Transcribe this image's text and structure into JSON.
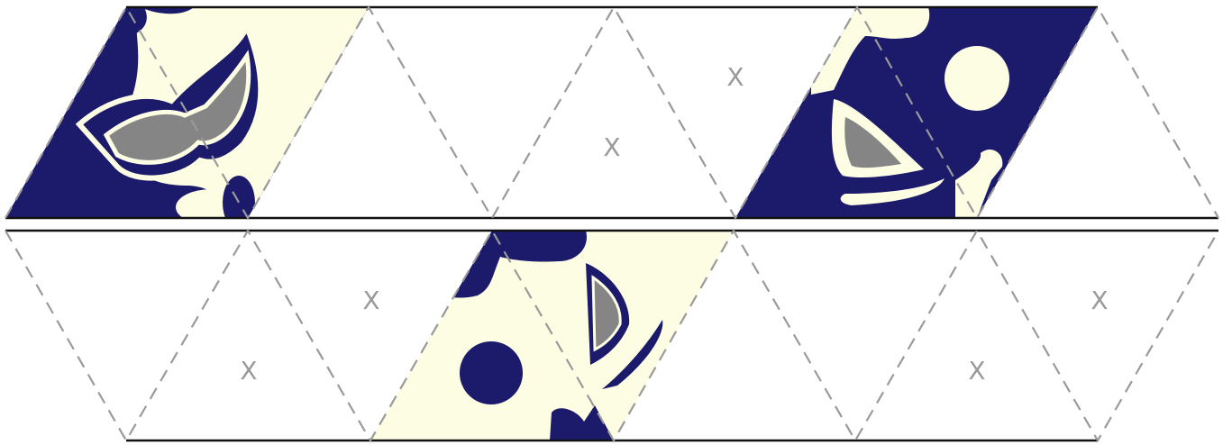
{
  "marks": {
    "top": [
      "X",
      "X"
    ],
    "bottom": [
      "X",
      "X",
      "X",
      "X"
    ]
  },
  "colors": {
    "navy": "#1b1a6b",
    "cream": "#fdfde4",
    "gray": "#858585",
    "fold_line": "#9a9a9a",
    "edge_line": "#111111"
  }
}
